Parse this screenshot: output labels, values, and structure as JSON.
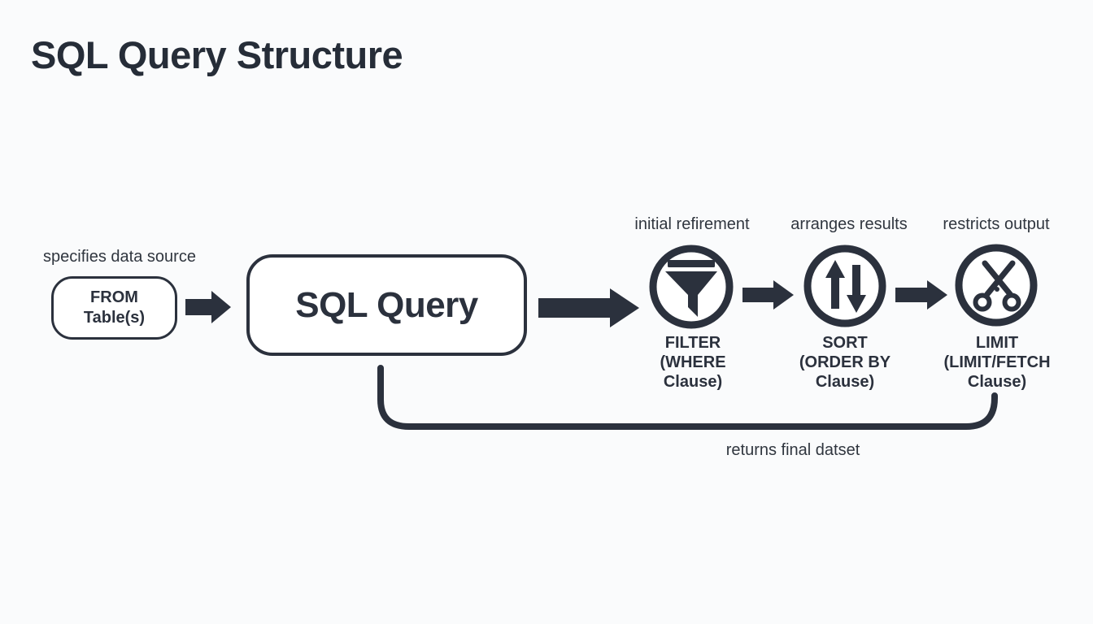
{
  "title": "SQL Query Structure",
  "colors": {
    "ink": "#2b313d",
    "background": "#fafbfc"
  },
  "source": {
    "annotation": "specifies data source",
    "node_line1": "FROM",
    "node_line2": "Table(s)"
  },
  "query_node": {
    "label": "SQL Query"
  },
  "stages": [
    {
      "annotation": "initial refirement",
      "icon": "funnel-icon",
      "line1": "FILTER",
      "line2": "(WHERE",
      "line3": "Clause)"
    },
    {
      "annotation": "arranges results",
      "icon": "sort-arrows-icon",
      "line1": "SORT",
      "line2": "(ORDER BY",
      "line3": "Clause)"
    },
    {
      "annotation": "restricts output",
      "icon": "scissors-icon",
      "line1": "LIMIT",
      "line2": "(LIMIT/FETCH",
      "line3": "Clause)"
    }
  ],
  "return_label": "returns final datset"
}
